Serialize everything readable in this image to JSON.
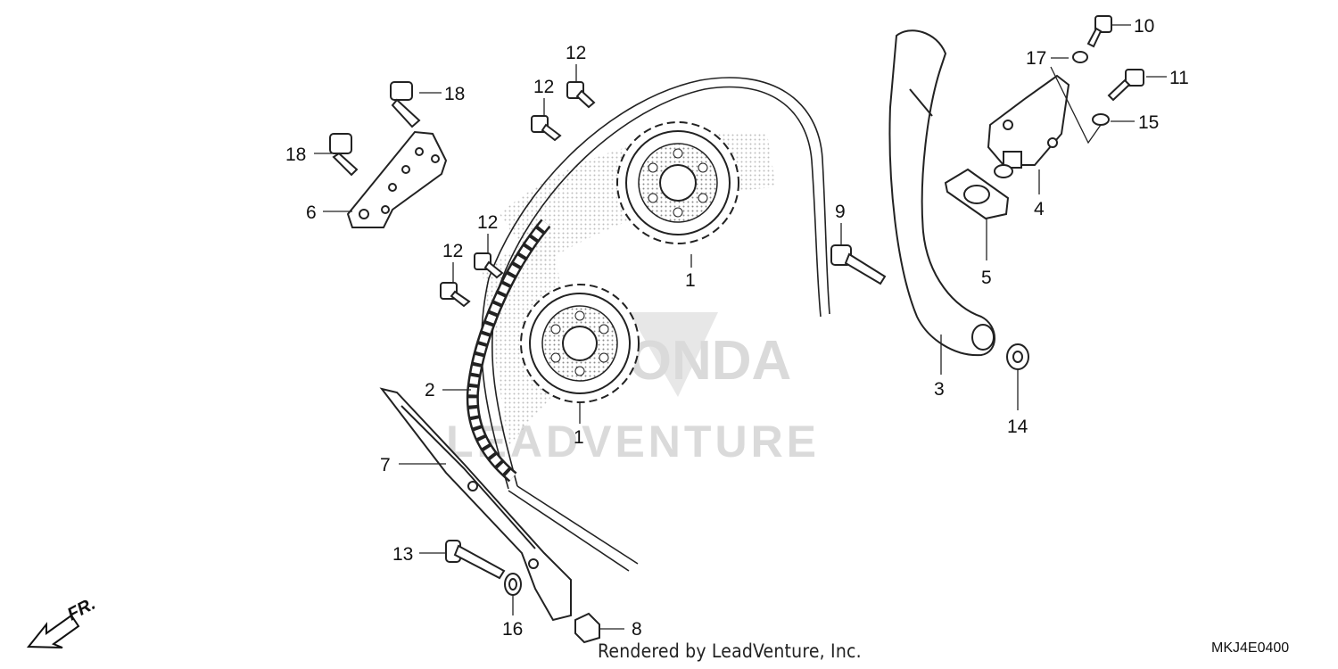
{
  "diagram": {
    "watermark": {
      "brand": "LEADVENTURE",
      "logo_word": "HONDA"
    },
    "front_indicator": "FR.",
    "callouts": {
      "c1a": "1",
      "c1b": "1",
      "c2": "2",
      "c3": "3",
      "c4": "4",
      "c5": "5",
      "c6": "6",
      "c7": "7",
      "c8": "8",
      "c9": "9",
      "c10": "10",
      "c11": "11",
      "c12a": "12",
      "c12b": "12",
      "c12c": "12",
      "c12d": "12",
      "c13": "13",
      "c14": "14",
      "c15": "15",
      "c16": "16",
      "c17": "17",
      "c18a": "18",
      "c18b": "18"
    },
    "footer": {
      "credit": "Rendered by LeadVenture, Inc.",
      "code": "MKJ4E0400"
    }
  }
}
